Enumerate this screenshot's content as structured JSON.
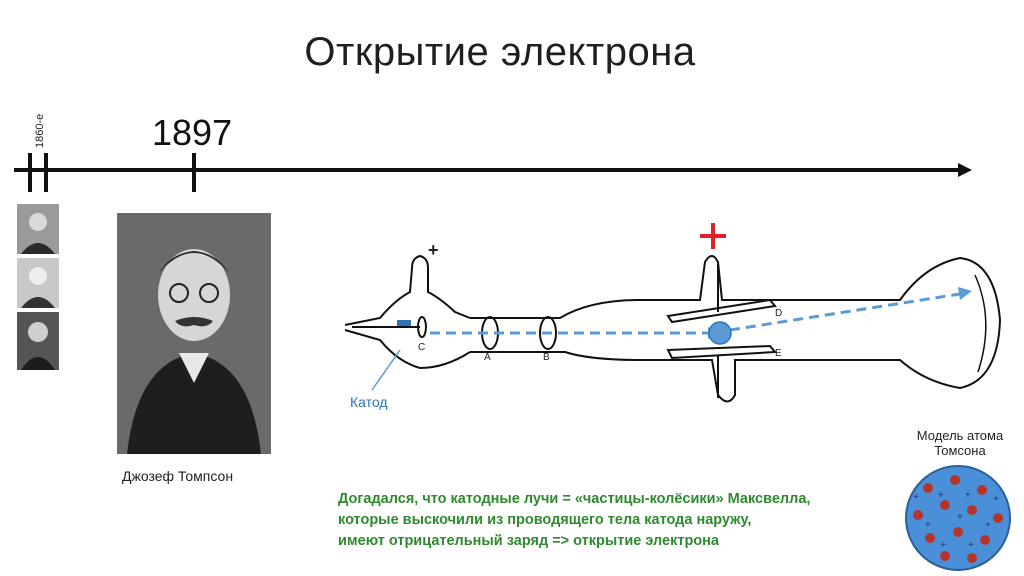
{
  "title": "Открытие электрона",
  "timeline": {
    "label_1860": "1860-е",
    "label_1897": "1897"
  },
  "thomson": {
    "name": "Джозеф Томпсон"
  },
  "diagram": {
    "cathode_label": "Катод",
    "plus_sign_red": "+",
    "plus_sign_small": "+",
    "label_c": "C",
    "label_a": "A",
    "label_b": "B",
    "label_d": "D",
    "label_e": "E"
  },
  "caption": {
    "line1": "Догадался, что катодные лучи = «частицы-колёсики» Максвелла,",
    "line2": "которые выскочили из проводящего тела катода наружу,",
    "line3": "имеют отрицательный заряд => открытие электрона"
  },
  "atom_model": {
    "title_line1": "Модель атома",
    "title_line2": "Томсона"
  },
  "colors": {
    "accent_blue": "#2e74b5",
    "beam_blue": "#5b9bd5",
    "red_plus": "#e0202a",
    "caption_green": "#2f8a2f"
  }
}
